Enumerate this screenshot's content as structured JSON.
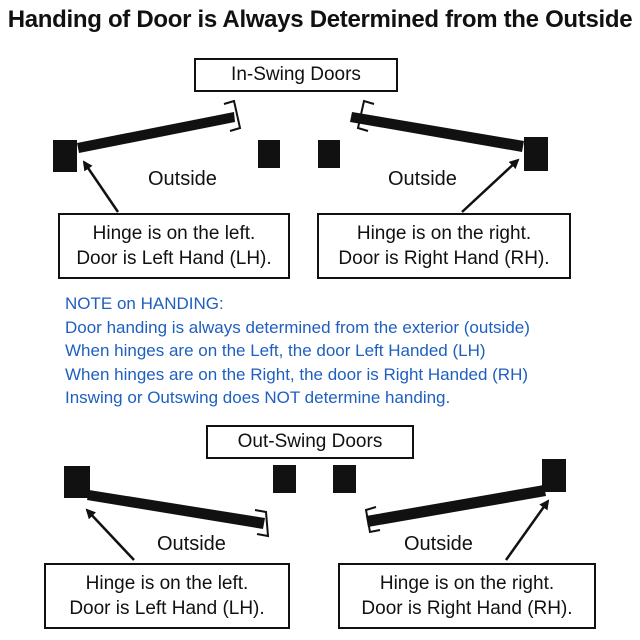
{
  "title": "Handing of Door is Always Determined from the Outside",
  "inswing": {
    "label": "In-Swing Doors",
    "left": {
      "outside": "Outside",
      "line1": "Hinge is on the left.",
      "line2": "Door is Left Hand (LH)."
    },
    "right": {
      "outside": "Outside",
      "line1": "Hinge is on the right.",
      "line2": "Door is Right Hand (RH)."
    }
  },
  "note": {
    "heading": "NOTE on HANDING:",
    "lines": [
      "Door handing is always determined from the exterior (outside)",
      "When hinges are on the Left, the door Left Handed (LH)",
      "When hinges are on the Right, the door is Right Handed (RH)",
      "Inswing or Outswing does NOT determine handing."
    ]
  },
  "outswing": {
    "label": "Out-Swing Doors",
    "left": {
      "outside": "Outside",
      "line1": "Hinge is on the left.",
      "line2": "Door is Left Hand (LH)."
    },
    "right": {
      "outside": "Outside",
      "line1": "Hinge is on the right.",
      "line2": "Door is Right Hand (RH)."
    }
  },
  "colors": {
    "note_text": "#1f5fbf",
    "ink": "#111111",
    "background": "#ffffff"
  }
}
